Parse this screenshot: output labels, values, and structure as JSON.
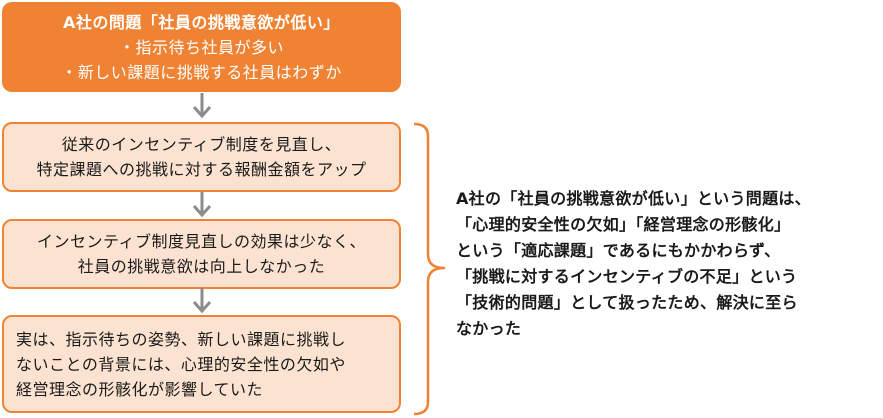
{
  "problem_box": {
    "title": "A社の問題「社員の挑戦意欲が低い」",
    "points": [
      "・指示待ち社員が多い",
      "・新しい課題に挑戦する社員はわずか"
    ]
  },
  "step_boxes": [
    {
      "lines": [
        "従来のインセンティブ制度を見直し、",
        "特定課題への挑戦に対する報酬金額をアップ"
      ]
    },
    {
      "lines": [
        "インセンティブ制度見直しの効果は少なく、",
        "社員の挑戦意欲は向上しなかった"
      ]
    },
    {
      "lines": [
        "実は、指示待ちの姿勢、新しい課題に挑戦し",
        "ないことの背景には、心理的安全性の欠如や",
        "経営理念の形骸化が影響していた"
      ]
    }
  ],
  "summary": {
    "lines": [
      "A社の「社員の挑戦意欲が低い」という問題は、",
      "「心理的安全性の欠如」「経営理念の形骸化」",
      "という「適応課題」であるにもかかわらず、",
      "「挑戦に対するインセンティブの不足」という",
      "「技術的問題」として扱ったため、解決に至ら",
      "なかった"
    ]
  },
  "colors": {
    "accent": "#ef8333",
    "box_fill": "#fce3d1",
    "arrow": "#8c8c8c"
  }
}
